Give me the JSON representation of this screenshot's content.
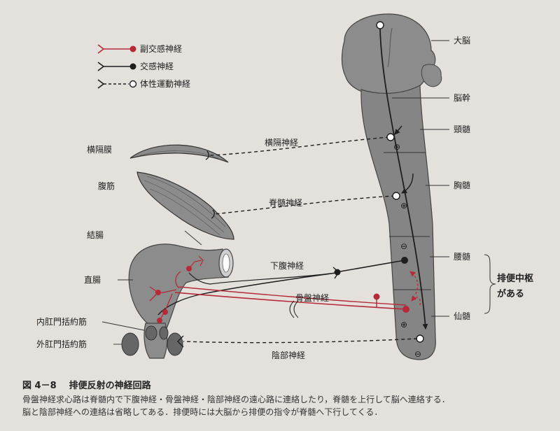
{
  "legend": {
    "parasympathetic": "副交感神経",
    "sympathetic": "交感神経",
    "somatic_motor": "体性運動神経"
  },
  "labels": {
    "cerebrum": "大脳",
    "brainstem": "脳幹",
    "cervical_cord": "頸髄",
    "thoracic_cord": "胸髄",
    "lumbar_cord": "腰髄",
    "sacral_cord": "仙髄",
    "diaphragm": "横隔膜",
    "abdominal_muscle": "腹筋",
    "colon": "結腸",
    "rectum": "直腸",
    "internal_sphincter": "内肛門括約筋",
    "external_sphincter": "外肛門括約筋",
    "phrenic_nerve": "横隔神経",
    "spinal_nerve": "脊髄神経",
    "hypogastric_nerve": "下腹神経",
    "pelvic_nerve": "骨盤神経",
    "pudendal_nerve": "陰部神経",
    "center_line1": "排便中枢",
    "center_line2": "がある"
  },
  "signs": {
    "plus": "⊕",
    "minus": "⊖"
  },
  "caption": {
    "figure_no": "図 4－8",
    "title": "排便反射の神経回路",
    "line1": "骨盤神経求心路は脊髄内で下腹神経・骨盤神経・陰部神経の遠心路に連絡したり，脊髄を上行して脳へ連絡する．",
    "line2": "脳と陰部神経への連絡は省略してある．排便時には大脳から排便の指令が脊髄へ下行してくる．"
  },
  "colors": {
    "background": "#e4e1dc",
    "brain_fill": "#8c8c8c",
    "cord_fill": "#858585",
    "sphincter_fill": "#666666",
    "parasympathetic_red": "#b52a38",
    "line_black": "#1e1e1e"
  }
}
